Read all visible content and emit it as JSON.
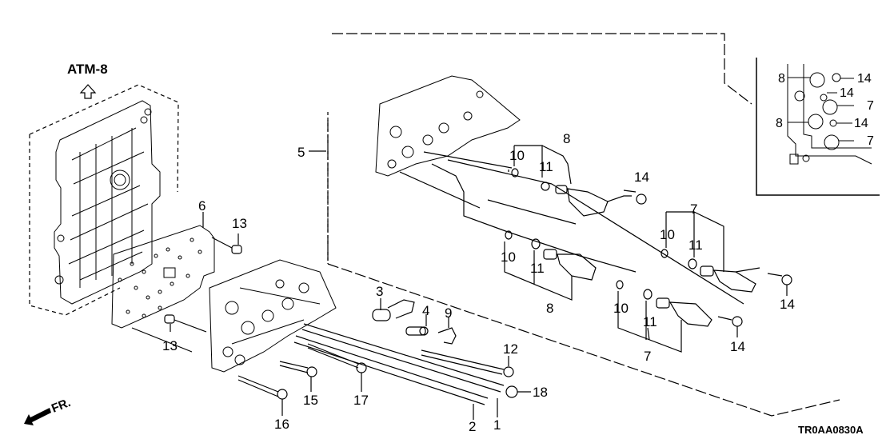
{
  "diagram": {
    "title_ref": "ATM-8",
    "drawing_code": "TR0AA0830A",
    "front_indicator": "FR.",
    "callouts": [
      {
        "id": "c1",
        "text": "1"
      },
      {
        "id": "c2",
        "text": "2"
      },
      {
        "id": "c3",
        "text": "3"
      },
      {
        "id": "c4",
        "text": "4"
      },
      {
        "id": "c5",
        "text": "5"
      },
      {
        "id": "c6",
        "text": "6"
      },
      {
        "id": "c7a",
        "text": "7"
      },
      {
        "id": "c7b",
        "text": "7"
      },
      {
        "id": "c8a",
        "text": "8"
      },
      {
        "id": "c8b",
        "text": "8"
      },
      {
        "id": "c9",
        "text": "9"
      },
      {
        "id": "c10a",
        "text": "10"
      },
      {
        "id": "c10b",
        "text": "10"
      },
      {
        "id": "c10c",
        "text": "10"
      },
      {
        "id": "c10d",
        "text": "10"
      },
      {
        "id": "c11a",
        "text": "11"
      },
      {
        "id": "c11b",
        "text": "11"
      },
      {
        "id": "c11c",
        "text": "11"
      },
      {
        "id": "c11d",
        "text": "11"
      },
      {
        "id": "c12",
        "text": "12"
      },
      {
        "id": "c13a",
        "text": "13"
      },
      {
        "id": "c13b",
        "text": "13"
      },
      {
        "id": "c14a",
        "text": "14"
      },
      {
        "id": "c14b",
        "text": "14"
      },
      {
        "id": "c14c",
        "text": "14"
      },
      {
        "id": "c15",
        "text": "15"
      },
      {
        "id": "c16",
        "text": "16"
      },
      {
        "id": "c17",
        "text": "17"
      },
      {
        "id": "c18",
        "text": "18"
      }
    ],
    "inset_callouts": [
      {
        "text": "8"
      },
      {
        "text": "14"
      },
      {
        "text": "14"
      },
      {
        "text": "7"
      },
      {
        "text": "8"
      },
      {
        "text": "14"
      },
      {
        "text": "7"
      }
    ]
  }
}
